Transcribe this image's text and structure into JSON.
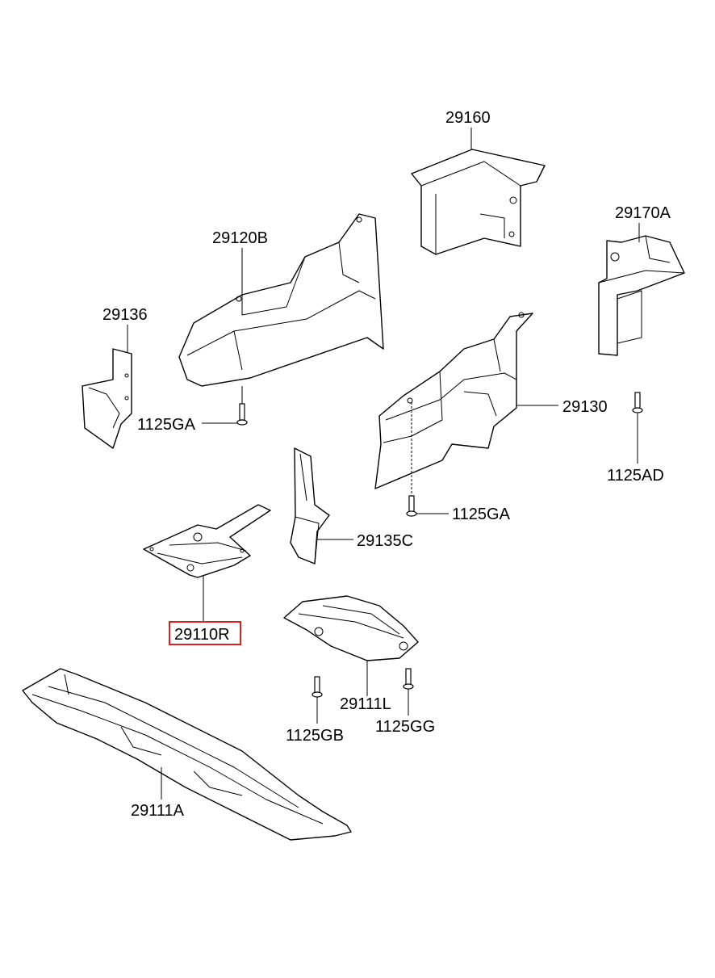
{
  "labels": {
    "p29160": "29160",
    "p29170A": "29170A",
    "p29120B": "29120B",
    "p29136": "29136",
    "p29130": "29130",
    "p1125GA_left": "1125GA",
    "p1125AD": "1125AD",
    "p1125GA_center": "1125GA",
    "p29135C": "29135C",
    "p29110R": "29110R",
    "p29111L": "29111L",
    "p1125GB": "1125GB",
    "p1125GG": "1125GG",
    "p29111A": "29111A"
  },
  "highlight": {
    "part": "29110R",
    "color": "#e02020"
  }
}
